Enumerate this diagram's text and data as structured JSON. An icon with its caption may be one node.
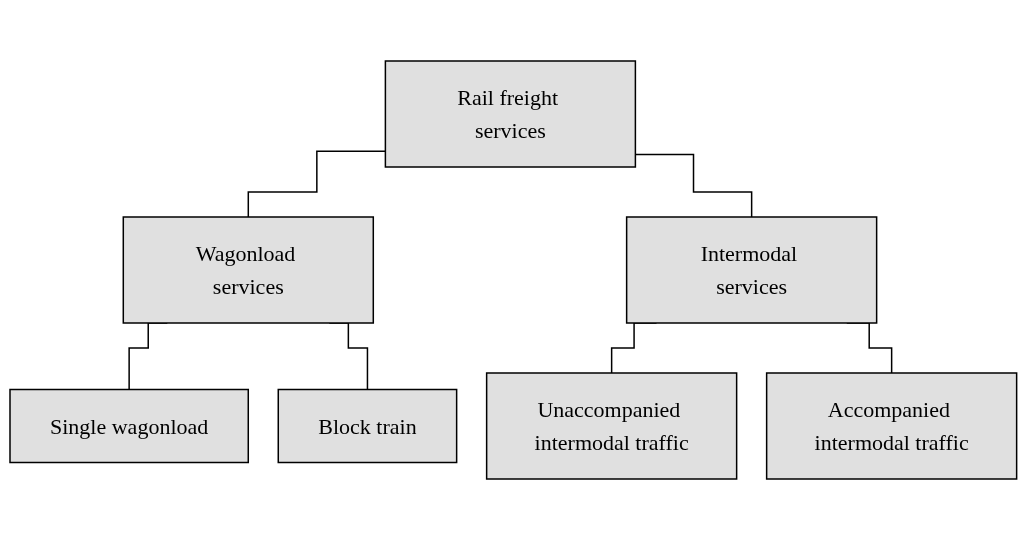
{
  "diagram": {
    "nodes": [
      {
        "text": [
          "Rail freight services"
        ]
      },
      {
        "text": [
          "Wagonload services"
        ]
      },
      {
        "text": [
          "Intermodal services"
        ]
      },
      {
        "text": [
          "Single wagonload"
        ]
      },
      {
        "text": [
          "Block train"
        ]
      },
      {
        "text": [
          "Unaccompanied intermodal traffic"
        ]
      },
      {
        "text": [
          "Accompanied intermodal traffic"
        ]
      }
    ],
    "edges": [
      {
        "from": 0,
        "to": 1,
        "arrow": "none"
      },
      {
        "from": 0,
        "to": 2,
        "arrow": "none"
      },
      {
        "from": 1,
        "to": 3,
        "arrow": "none"
      },
      {
        "from": 1,
        "to": 4,
        "arrow": "none"
      },
      {
        "from": 2,
        "to": 5,
        "arrow": "none"
      },
      {
        "from": 2,
        "to": 6,
        "arrow": "none"
      }
    ]
  }
}
